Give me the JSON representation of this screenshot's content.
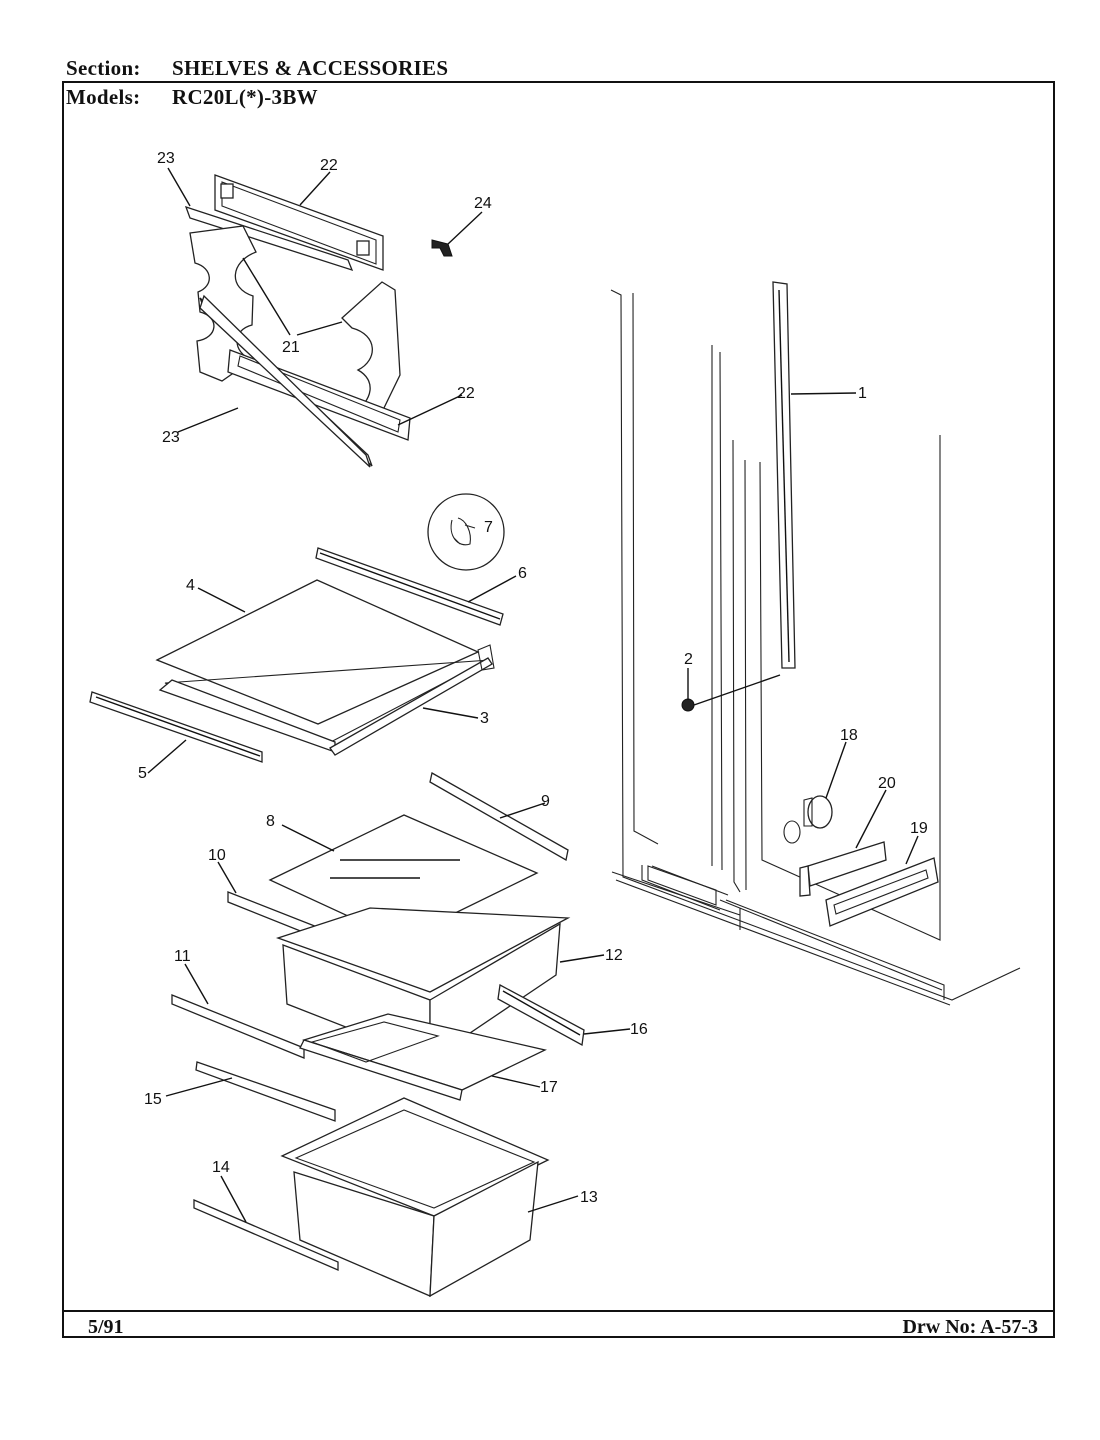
{
  "header": {
    "section_label": "Section:",
    "section_value": "SHELVES & ACCESSORIES",
    "models_label": "Models:",
    "models_value": "RC20L(*)-3BW"
  },
  "footer": {
    "date": "5/91",
    "drawing_number": "Drw No: A-57-3"
  },
  "callouts": [
    "1",
    "2",
    "3",
    "4",
    "5",
    "6",
    "7",
    "8",
    "9",
    "10",
    "11",
    "12",
    "13",
    "14",
    "15",
    "16",
    "17",
    "18",
    "19",
    "20",
    "21",
    "22",
    "23",
    "24"
  ],
  "callout_labels": {
    "c23a": "23",
    "c22a": "22",
    "c24": "24",
    "c21": "21",
    "c22b": "22",
    "c23b": "23",
    "c7": "7",
    "c6": "6",
    "c4": "4",
    "c3": "3",
    "c5": "5",
    "c1": "1",
    "c2": "2",
    "c18": "18",
    "c20": "20",
    "c19": "19",
    "c9": "9",
    "c8": "8",
    "c10": "10",
    "c12": "12",
    "c11": "11",
    "c16": "16",
    "c15": "15",
    "c17": "17",
    "c14": "14",
    "c13": "13"
  }
}
